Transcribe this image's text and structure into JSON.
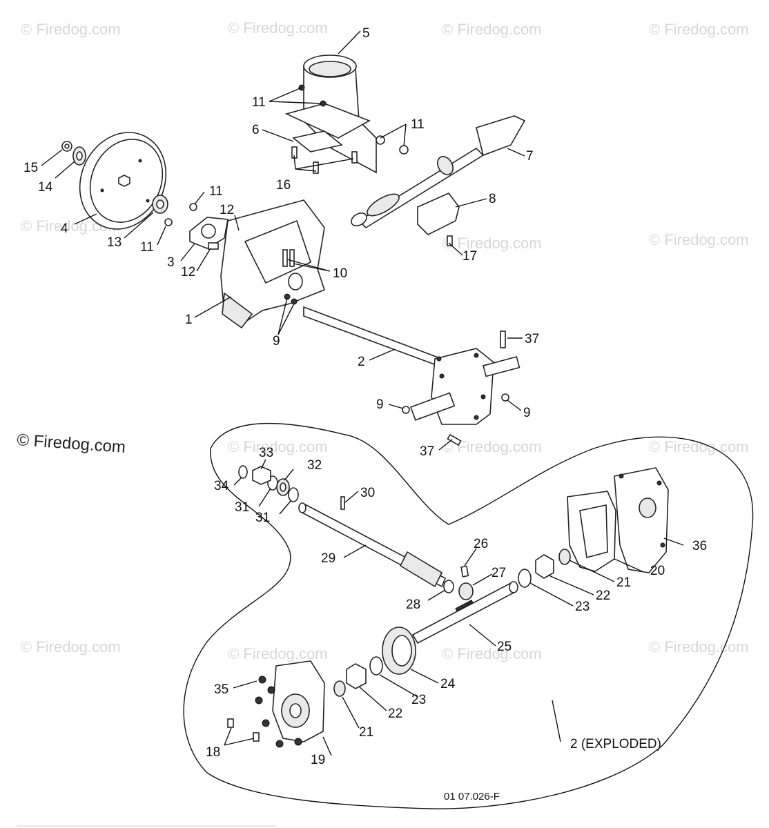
{
  "watermark": "© Firedog.com",
  "watermark_prominent": "© Firedog.com",
  "drawing_code": "01 07.026-F",
  "exploded_label": "2 (EXPLODED)",
  "callouts": {
    "c1": "1",
    "c2": "2",
    "c3": "3",
    "c4": "4",
    "c5": "5",
    "c6": "6",
    "c7": "7",
    "c8": "8",
    "c9a": "9",
    "c9b": "9",
    "c9c": "9",
    "c10": "10",
    "c11a": "11",
    "c11b": "11",
    "c11c": "11",
    "c11d": "11",
    "c12a": "12",
    "c12b": "12",
    "c13": "13",
    "c14": "14",
    "c15": "15",
    "c16": "16",
    "c17": "17",
    "c18": "18",
    "c19": "19",
    "c20": "20",
    "c21a": "21",
    "c21b": "21",
    "c22a": "22",
    "c22b": "22",
    "c23a": "23",
    "c23b": "23",
    "c24": "24",
    "c25": "25",
    "c26": "26",
    "c27": "27",
    "c28": "28",
    "c29": "29",
    "c30": "30",
    "c31a": "31",
    "c31b": "31",
    "c32": "32",
    "c33": "33",
    "c34": "34",
    "c35": "35",
    "c36": "36",
    "c37a": "37",
    "c37b": "37"
  }
}
